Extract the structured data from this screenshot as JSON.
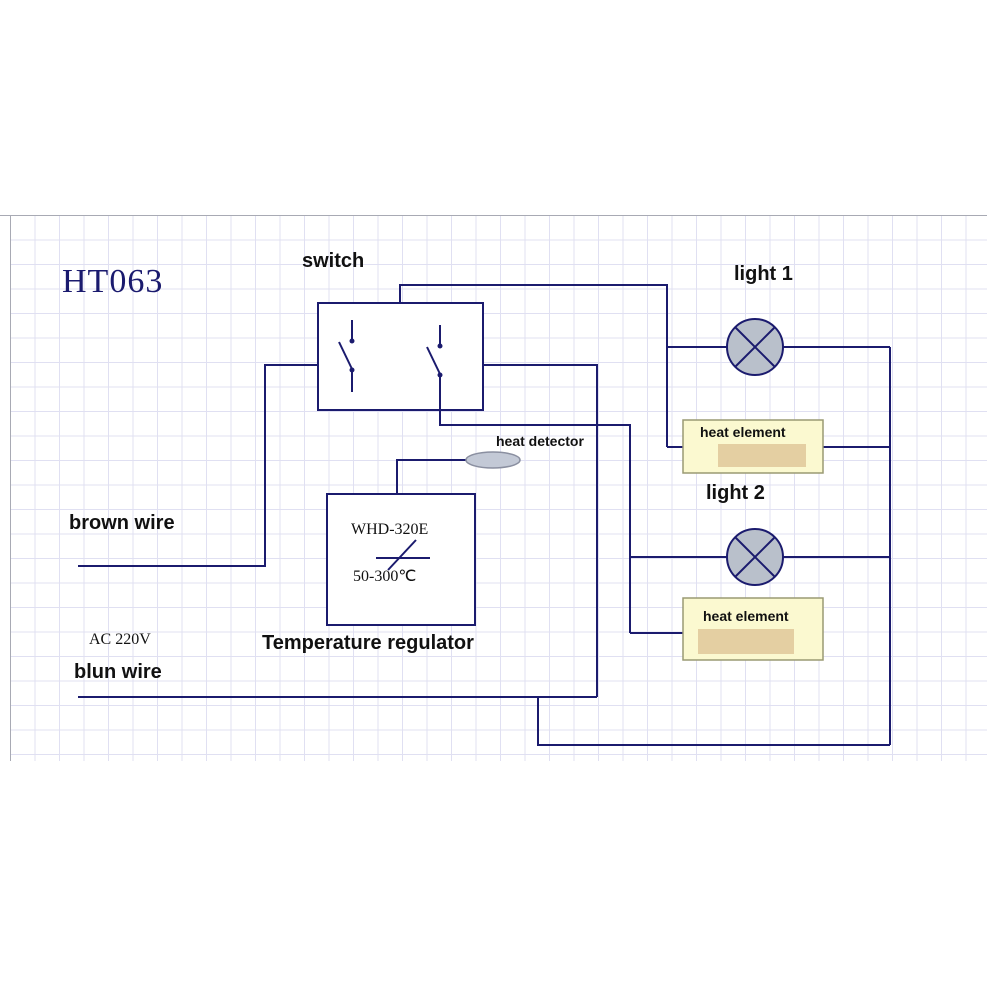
{
  "diagram": {
    "title": "HT063",
    "labels": {
      "switch": "switch",
      "light1": "light 1",
      "light2": "light 2",
      "heat_detector": "heat detector",
      "heat_element_1": "heat element",
      "heat_element_2": "heat element",
      "temperature_regulator": "Temperature regulator",
      "brown_wire": "brown wire",
      "ac_voltage": "AC 220V",
      "blue_wire": "blun wire"
    },
    "regulator": {
      "model": "WHD-320E",
      "range": "50-300℃"
    },
    "colors": {
      "wire": "#1b1b6e",
      "title_text": "#1a1a6e",
      "label_text": "#111111",
      "lamp_fill": "#b9c0cb",
      "heat_element_fill": "#fbf9d0",
      "heat_element_inner": "#e4cfa2",
      "detector_fill": "#c3c9d6",
      "grid_line": "#e0e0f2"
    }
  }
}
